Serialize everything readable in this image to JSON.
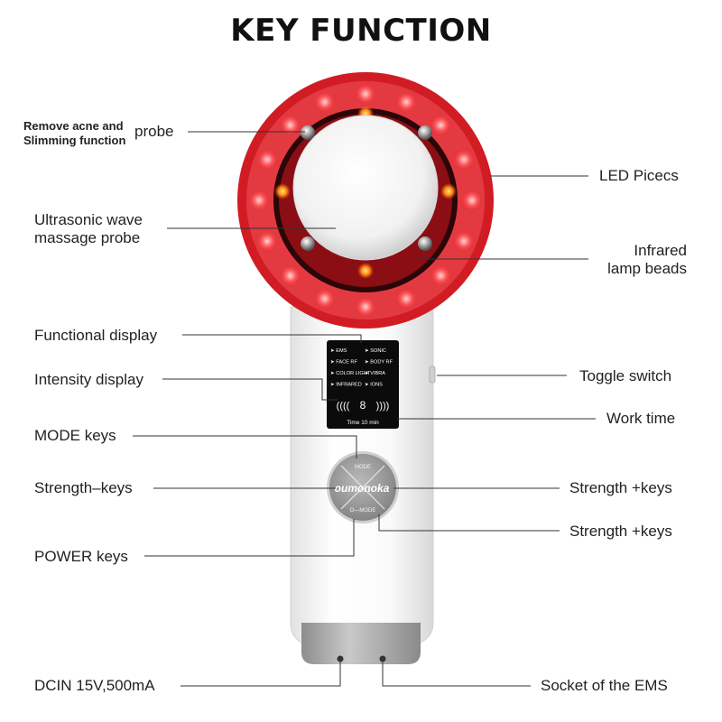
{
  "title": "KEY FUNCTION",
  "labels": {
    "remove_acne_line1": "Remove acne and",
    "remove_acne_line2": "Slimming function",
    "probe": "probe",
    "led_pieces": "LED Picecs",
    "ultrasonic_line1": "Ultrasonic wave",
    "ultrasonic_line2": "massage probe",
    "infrared_line1": "Infrared",
    "infrared_line2": "lamp beads",
    "functional_display": "Functional display",
    "toggle_switch": "Toggle switch",
    "intensity_display": "Intensity display",
    "work_time": "Work time",
    "mode_keys": "MODE keys",
    "strength_minus": "Strength–keys",
    "strength_plus_1": "Strength +keys",
    "strength_plus_2": "Strength +keys",
    "power_keys": "POWER keys",
    "dcin": "DCIN 15V,500mA",
    "socket_ems": "Socket of the EMS"
  },
  "screen": {
    "left_modes": [
      "➤ EMS",
      "➤ FACE RF",
      "➤ COLOR LIGHT",
      "➤ INFRARED"
    ],
    "right_modes": [
      "➤ SONIC",
      "➤ BODY RF",
      "➤ VIBRA",
      "➤ IONS"
    ],
    "digit": "8",
    "time_text": "Time 10 min"
  },
  "keypad": {
    "brand": "oumonoka",
    "mode_key": "MODE",
    "power_key": "O—MODE"
  },
  "colors": {
    "led_red": "#e8323a",
    "led_amber": "#ff7a10",
    "ring_outer": "#d21c24",
    "ring_inner": "#2a0608",
    "body_white": "#f4f4f4",
    "key_gray": "#9a9a9a"
  }
}
